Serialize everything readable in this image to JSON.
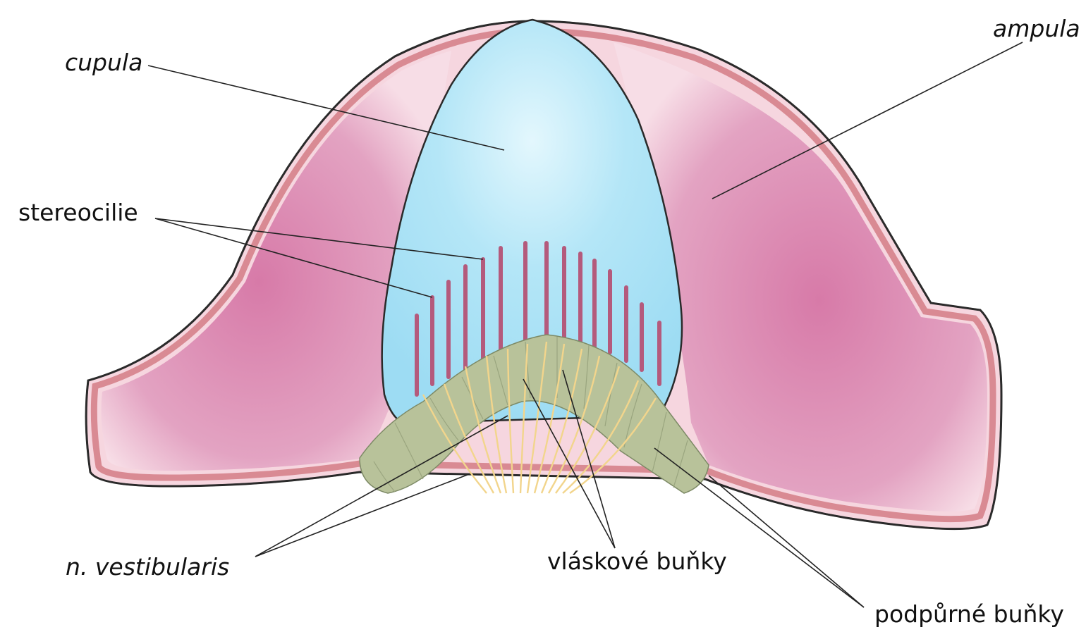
{
  "labels": {
    "cupula": "cupula",
    "ampula": "ampula",
    "stereocilie": "stereocilie",
    "n_vestibularis": "n. vestibularis",
    "vlaskove_bunky": "vláskové buňky",
    "podpurne_bunky": "podpůrné buňky"
  },
  "colors": {
    "ampulla_wall": "#d98a93",
    "ampulla_fill": "#d77aa8",
    "cupula": "#a8e2f5",
    "stereocilia": "#b45a7c",
    "sensory_epithelium": "#b8c29a",
    "nerve_fibers": "#f2d58c",
    "outline": "#2a2a2a"
  }
}
